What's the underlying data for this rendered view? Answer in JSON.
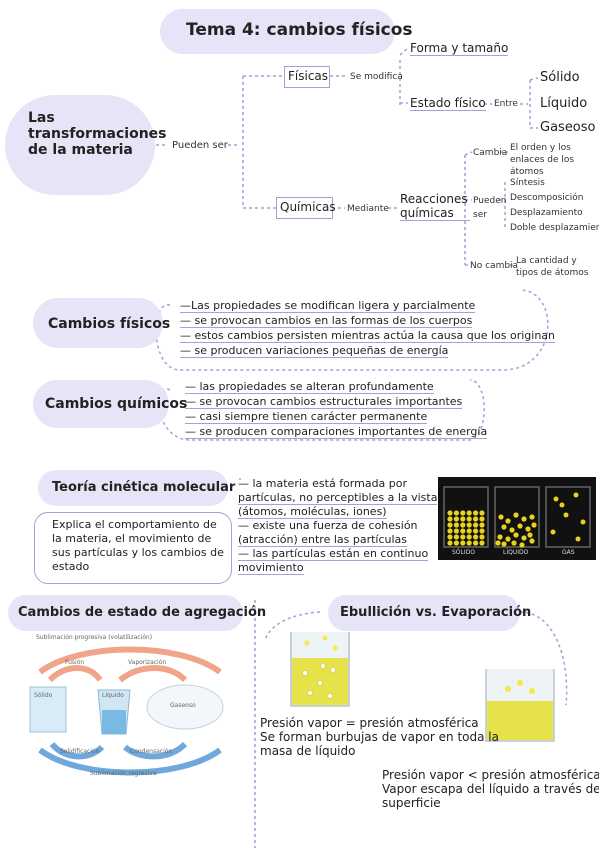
{
  "header": {
    "title": "Tema 4: cambios físicos"
  },
  "map": {
    "root": "Las transformaciones de la materia",
    "pueden_ser": "Pueden ser",
    "fisicas": "Físicas",
    "se_modifica": "Se modifica",
    "forma": "Forma y tamaño",
    "estado": "Estado físico",
    "entre": "Entre",
    "solido": "Sólido",
    "liquido": "Líquido",
    "gaseoso": "Gaseoso",
    "quimicas": "Químicas",
    "mediante": "Mediante",
    "reacciones": "Reacciones químicas",
    "cambia": "Cambia",
    "cambia_desc": "El orden y los enlaces de los átomos",
    "pueden_ser2": "Pueden ser",
    "tipos": [
      "Síntesis",
      "Descomposición",
      "Desplazamiento",
      "Doble desplazamiento"
    ],
    "no_cambia": "No cambia",
    "no_cambia_desc": "La cantidad y tipos de átomos"
  },
  "fisicos": {
    "title": "Cambios físicos",
    "items": [
      "—Las propiedades se modifican ligera y parcialmente",
      "— se provocan cambios en las formas de los cuerpos",
      "— estos cambios persisten mientras actúa la causa que los originan",
      "— se producen variaciones pequeñas de energía"
    ]
  },
  "quimicos": {
    "title": "Cambios químicos",
    "items": [
      "— las propiedades se alteran profundamente",
      "— se provocan cambios estructurales importantes",
      "— casi siempre tienen carácter permanente",
      "— se producen comparaciones importantes de energía"
    ]
  },
  "teoria": {
    "title": "Teoría cinética molecular",
    "box": "Explica el comportamiento de la materia, el movimiento de sus partículas y los cambios de estado",
    "lines": [
      "— la materia está formada por",
      "partículas, no perceptibles a la vista",
      "(átomos, moléculas, iones)",
      "— existe una fuerza de cohesión",
      "(atracción) entre las partículas",
      "— las partículas están en continuo",
      "movimiento"
    ],
    "img_labels": [
      "SÓLIDO",
      "LÍQUIDO",
      "GAS"
    ]
  },
  "estados": {
    "title": "Cambios de estado de agregación",
    "labels": {
      "sub_prog": "Sublimación progresiva (volatilización)",
      "fusion": "Fusión",
      "vaporizacion": "Vaporización",
      "solido": "Sólido",
      "liquido": "Líquido",
      "gaseoso": "Gaseoso",
      "solidificacion": "Solidificación",
      "condensacion": "Condensación",
      "sub_reg": "Sublimación regresiva"
    }
  },
  "ebullicion": {
    "title": "Ebullición vs. Evaporación",
    "left": [
      "Presión vapor = presión atmosférica",
      "Se forman burbujas de vapor en toda la",
      "masa de líquido"
    ],
    "right": [
      "Presión vapor  < presión atmosférica",
      "Vapor escapa del líquido a través de su",
      "superficie"
    ]
  },
  "colors": {
    "accent": "#a79fd6",
    "blob": "#e6e4f7",
    "liquid": "#e6e24a"
  }
}
